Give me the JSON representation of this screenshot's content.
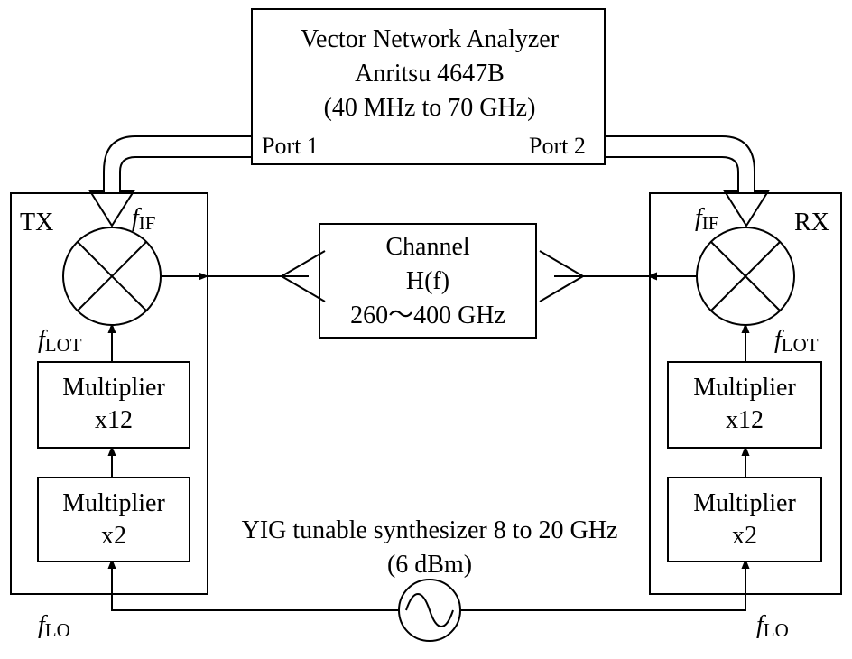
{
  "vna": {
    "title": "Vector Network Analyzer",
    "model": "Anritsu 4647B",
    "range": "(40 MHz to 70 GHz)",
    "port1": "Port 1",
    "port2": "Port 2"
  },
  "tx": {
    "label": "TX",
    "f_if": {
      "sym": "f",
      "sub": "IF"
    },
    "f_lot": {
      "sym": "f",
      "sub": "LOT"
    },
    "multiplier12": {
      "line1": "Multiplier",
      "line2": "x12"
    },
    "multiplier2": {
      "line1": "Multiplier",
      "line2": "x2"
    },
    "f_lo": {
      "sym": "f",
      "sub": "LO"
    }
  },
  "rx": {
    "label": "RX",
    "f_if": {
      "sym": "f",
      "sub": "IF"
    },
    "f_lot": {
      "sym": "f",
      "sub": "LOT"
    },
    "multiplier12": {
      "line1": "Multiplier",
      "line2": "x12"
    },
    "multiplier2": {
      "line1": "Multiplier",
      "line2": "x2"
    },
    "f_lo": {
      "sym": "f",
      "sub": "LO"
    }
  },
  "channel": {
    "line1": "Channel",
    "line2": "H(f)",
    "line3": "260〜400 GHz"
  },
  "synth": {
    "line1": "YIG tunable synthesizer 8 to 20 GHz",
    "line2": "(6 dBm)"
  }
}
